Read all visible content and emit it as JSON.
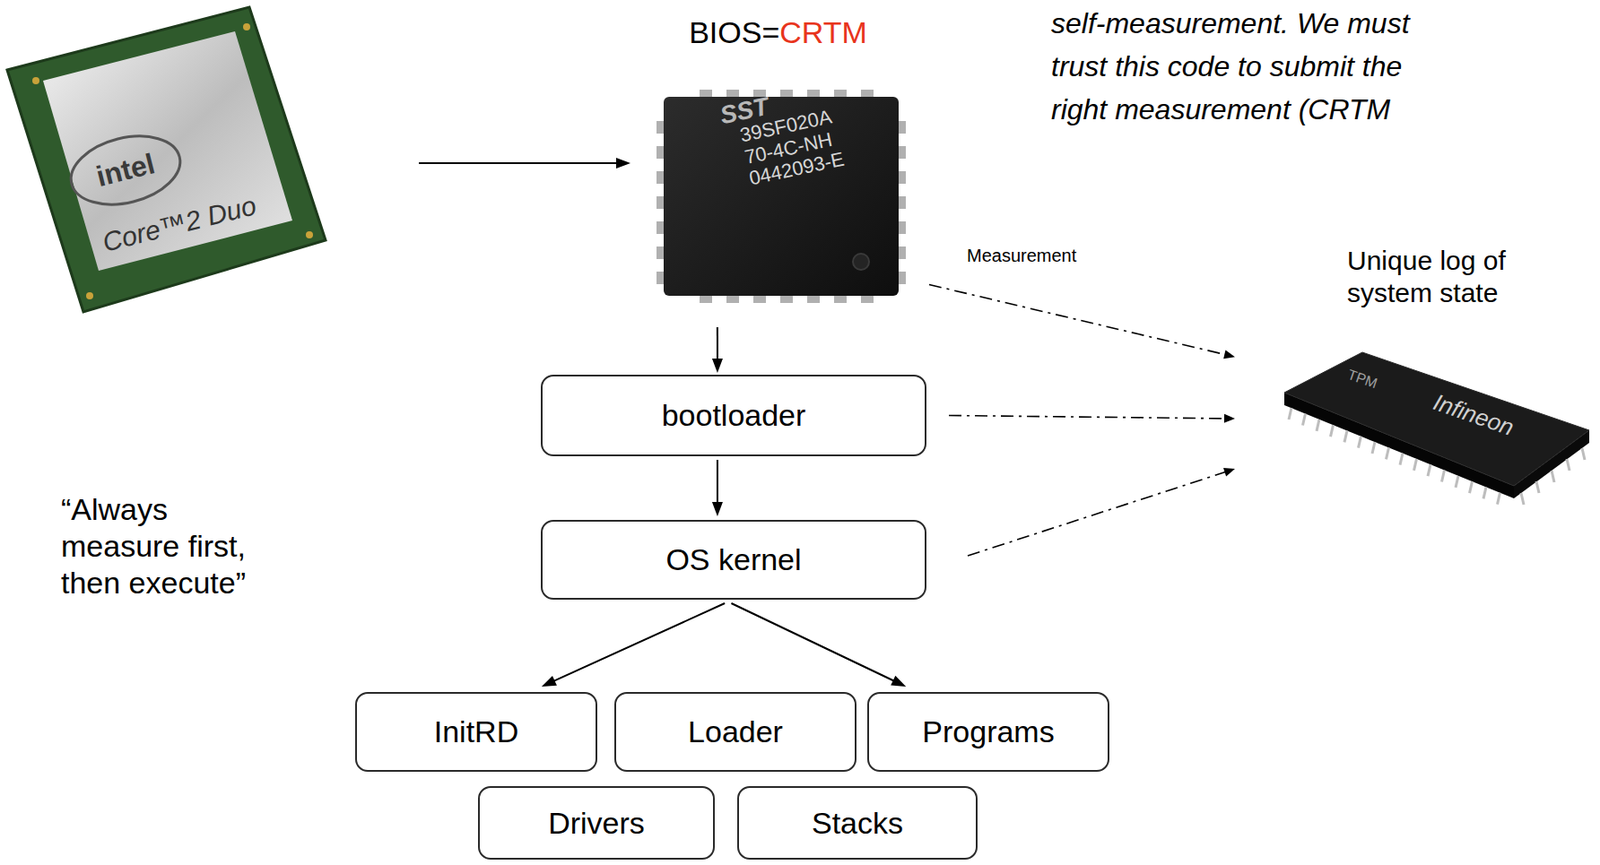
{
  "diagram": {
    "nodes": [
      {
        "text": [
          "intel",
          "Core™2 Duo"
        ]
      },
      {
        "text": [
          "BIOS=",
          "CRTM",
          "SST",
          "39SF020A 70-4C-NH 0442093-E"
        ]
      },
      {
        "text": [
          "Unique log of system state",
          "TPM",
          "Infineon"
        ]
      },
      {
        "text": [
          "bootloader"
        ]
      },
      {
        "text": [
          "OS kernel"
        ]
      },
      {
        "text": [
          "InitRD"
        ]
      },
      {
        "text": [
          "Loader"
        ]
      },
      {
        "text": [
          "Programs"
        ]
      },
      {
        "text": [
          "Drivers"
        ]
      },
      {
        "text": [
          "Stacks"
        ]
      }
    ],
    "edges": [
      {
        "from": 0,
        "to": 1,
        "arrow": "to"
      },
      {
        "from": 1,
        "to": 3,
        "arrow": "to"
      },
      {
        "from": 3,
        "to": 4,
        "arrow": "to"
      },
      {
        "from": 4,
        "to": 5,
        "arrow": "to"
      },
      {
        "from": 4,
        "to": 7,
        "arrow": "to"
      },
      {
        "from": 1,
        "to": 2,
        "label": "Measurement",
        "arrow": "to"
      },
      {
        "from": 3,
        "to": 2,
        "arrow": "to"
      },
      {
        "from": 4,
        "to": 2,
        "arrow": "to"
      }
    ],
    "labels": [
      "self-measurement. We must trust this code to submit the right measurement (CRTM",
      "“Always measure first, then execute”"
    ]
  }
}
